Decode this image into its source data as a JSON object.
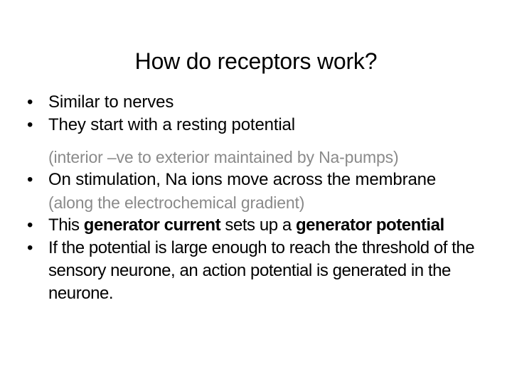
{
  "slide": {
    "title": "How do receptors work?",
    "bullet_glyph": "•",
    "colors": {
      "background": "#ffffff",
      "text": "#000000",
      "secondary_text": "#8a8a8a"
    },
    "bullets": [
      {
        "text": "Similar to nerves"
      },
      {
        "text": "They start with a resting potential"
      },
      {
        "text": "On stimulation, Na ions move across the membrane"
      },
      {
        "segments": {
          "lead": "This ",
          "bold1": "generator current",
          "middle": " sets up a ",
          "bold2": "generator potential"
        }
      },
      {
        "text": "If the potential is large enough to reach the threshold of the sensory neurone, an action potential is generated in the neurone."
      }
    ],
    "sub_lines": [
      {
        "text": "(interior –ve to exterior maintained by Na-pumps)"
      },
      {
        "text": "(along the electrochemical gradient)"
      }
    ]
  }
}
